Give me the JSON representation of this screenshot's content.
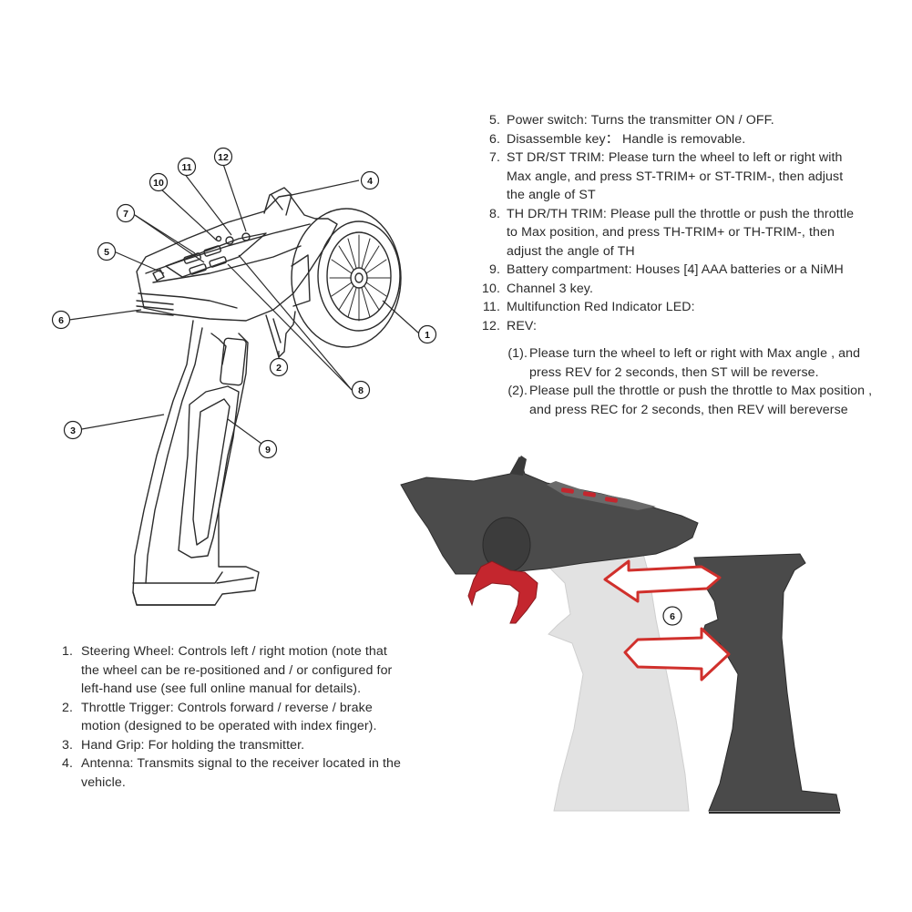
{
  "right_list": [
    {
      "num": "5.",
      "lines": [
        "Power switch: Turns the transmitter ON / OFF."
      ]
    },
    {
      "num": "6.",
      "lines": [
        "Disassemble key： Handle is removable."
      ]
    },
    {
      "num": "7.",
      "lines": [
        "ST DR/ST TRIM: Please turn the wheel to left or right with",
        "Max angle, and press ST-TRIM+ or ST-TRIM-, then adjust",
        "the angle of ST"
      ]
    },
    {
      "num": "8.",
      "lines": [
        "TH DR/TH TRIM: Please pull the throttle or push the throttle",
        "to Max position, and press TH-TRIM+ or TH-TRIM-, then",
        "adjust the angle of TH"
      ]
    },
    {
      "num": "9.",
      "lines": [
        "Battery compartment: Houses [4] AAA batteries or a NiMH"
      ]
    },
    {
      "num": "10.",
      "lines": [
        "Channel 3 key."
      ]
    },
    {
      "num": "11.",
      "lines": [
        "Multifunction Red Indicator LED:"
      ]
    },
    {
      "num": "12.",
      "lines": [
        "REV:"
      ]
    }
  ],
  "rev_sub": [
    {
      "num": "(1).",
      "lines": [
        "Please turn the wheel to left or right with Max angle , and",
        "press REV for 2 seconds, then ST will be reverse."
      ]
    },
    {
      "num": "(2).",
      "lines": [
        "Please pull the throttle or push the throttle to Max position ,",
        "and press REC for 2 seconds, then REV will bereverse"
      ]
    }
  ],
  "left_list": [
    {
      "num": "1.",
      "lines": [
        "Steering Wheel: Controls left / right motion (note that",
        "the wheel can be re-positioned and / or configured for",
        "left-hand use (see full online manual for details)."
      ]
    },
    {
      "num": "2.",
      "lines": [
        "Throttle Trigger: Controls forward / reverse / brake",
        "motion (designed to be operated with index finger)."
      ]
    },
    {
      "num": "3.",
      "lines": [
        "Hand Grip: For holding the transmitter."
      ]
    },
    {
      "num": "4.",
      "lines": [
        "Antenna: Transmits signal to the receiver located in the",
        "vehicle."
      ]
    }
  ],
  "callouts": [
    "1",
    "2",
    "3",
    "4",
    "5",
    "6",
    "7",
    "8",
    "9",
    "10",
    "11",
    "12"
  ],
  "photo_callout": "6",
  "colors": {
    "text": "#2a2a2a",
    "trigger_red": "#c4262e",
    "arrow_red": "#d0302c",
    "dark_grip": "#4a4a4a",
    "light_grip": "#e4e4e4"
  }
}
